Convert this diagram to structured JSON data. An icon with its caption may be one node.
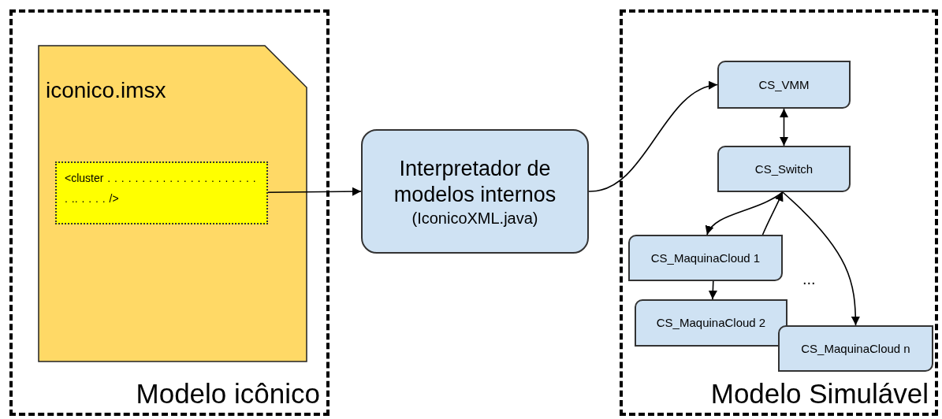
{
  "diagram": {
    "nodes": [
      {
        "text": [
          "Modelo icônico"
        ]
      },
      {
        "text": [
          "iconico.imsx"
        ],
        "in": 0
      },
      {
        "text": [
          "<cluster . . . . . . . . . . . . . . . . . . . . . . . .. . . . . />"
        ],
        "in": 1
      },
      {
        "text": [
          "Interpretador de modelos internos",
          "(IconicoXML.java)"
        ]
      },
      {
        "text": [
          "Modelo Simulável"
        ]
      },
      {
        "text": [
          "CS_VMM"
        ],
        "in": 4
      },
      {
        "text": [
          "CS_Switch"
        ],
        "in": 4
      },
      {
        "text": [
          "CS_MaquinaCloud 1"
        ],
        "in": 4
      },
      {
        "text": [
          "CS_MaquinaCloud 2"
        ],
        "in": 4
      },
      {
        "text": [
          "CS_MaquinaCloud n"
        ],
        "in": 4
      }
    ],
    "edges": [
      {
        "from": 2,
        "to": 3,
        "arrow": "to"
      },
      {
        "from": 3,
        "to": 5,
        "arrow": "to"
      },
      {
        "from": 5,
        "to": 6,
        "arrow": "both"
      },
      {
        "from": 6,
        "to": 7,
        "arrow": "to"
      },
      {
        "from": 7,
        "to": 6,
        "arrow": "to"
      },
      {
        "from": 6,
        "to": 9,
        "arrow": "to"
      },
      {
        "from": 7,
        "to": 8,
        "arrow": "to"
      }
    ],
    "labels": [
      "..."
    ]
  }
}
